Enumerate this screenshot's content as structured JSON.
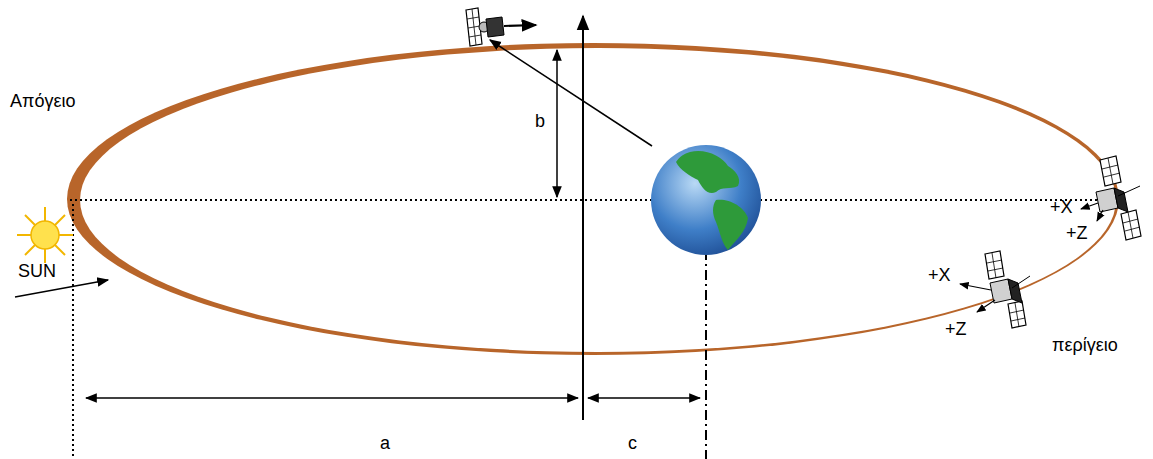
{
  "diagram": {
    "labels": [
      "Απόγειο",
      "b",
      "SUN",
      "+X",
      "+Z",
      "+X",
      "+Z",
      "περίγειο",
      "a",
      "c"
    ]
  }
}
